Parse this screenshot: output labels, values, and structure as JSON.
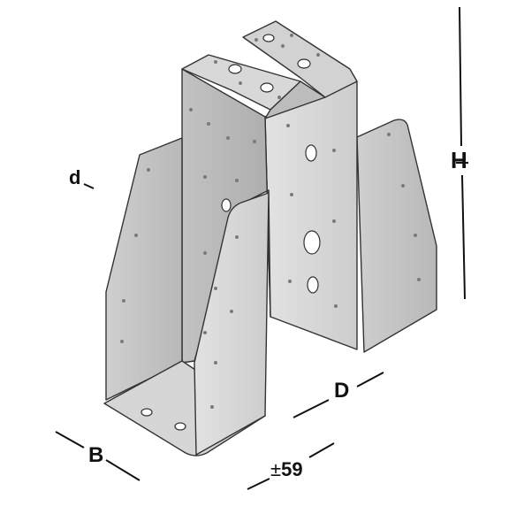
{
  "dimensions": {
    "H": "H",
    "d": "d",
    "D": "D",
    "B": "B",
    "width_prefix": "±",
    "width_value": "59"
  },
  "colors": {
    "background": "#ffffff",
    "metal_light": "#d9d9d9",
    "metal_mid": "#c4c4c4",
    "metal_dark": "#a8a8a8",
    "outline": "#333333",
    "dimension_line": "#111111"
  }
}
